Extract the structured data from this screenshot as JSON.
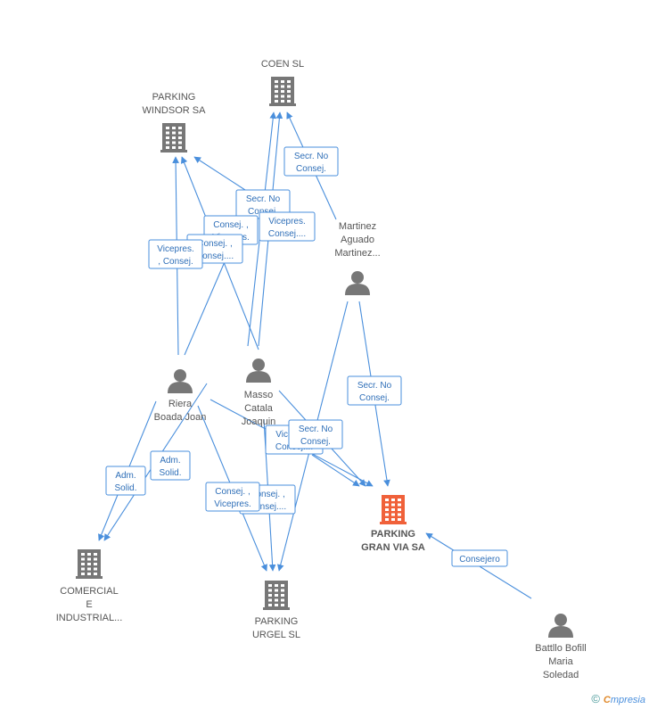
{
  "colors": {
    "edge": "#4a8fdc",
    "company": "#777777",
    "main_company": "#f0613a",
    "person": "#777777"
  },
  "nodes": [
    {
      "id": "coen",
      "type": "company",
      "icon": "building-icon",
      "lines": [
        "COEN SL"
      ]
    },
    {
      "id": "windsor",
      "type": "company",
      "icon": "building-icon",
      "lines": [
        "PARKING",
        "WINDSOR SA"
      ]
    },
    {
      "id": "martinez",
      "type": "person",
      "icon": "person-icon",
      "lines": [
        "Martinez",
        "Aguado",
        "Martinez..."
      ]
    },
    {
      "id": "riera",
      "type": "person",
      "icon": "person-icon",
      "lines": [
        "Riera",
        "Boada Joan"
      ]
    },
    {
      "id": "masso",
      "type": "person",
      "icon": "person-icon",
      "lines": [
        "Masso",
        "Catala",
        "Joaquin"
      ]
    },
    {
      "id": "granvia",
      "type": "main",
      "icon": "building-icon",
      "lines": [
        "PARKING",
        "GRAN VIA SA"
      ]
    },
    {
      "id": "comercial",
      "type": "company",
      "icon": "building-icon",
      "lines": [
        "COMERCIAL",
        "E",
        "INDUSTRIAL..."
      ]
    },
    {
      "id": "urgel",
      "type": "company",
      "icon": "building-icon",
      "lines": [
        "PARKING",
        "URGEL SL"
      ]
    },
    {
      "id": "battllo",
      "type": "person",
      "icon": "person-icon",
      "lines": [
        "Battllo Bofill",
        "Maria",
        "Soledad"
      ]
    }
  ],
  "relations": [
    {
      "id": "r1",
      "lines": [
        "Secr.  No",
        "Consej."
      ]
    },
    {
      "id": "r2",
      "lines": [
        "Secr.  No",
        "Consej."
      ]
    },
    {
      "id": "r3",
      "lines": [
        "Vicepres.",
        "Consej...."
      ]
    },
    {
      "id": "r4",
      "lines": [
        "Consej. ,",
        "Vicepres."
      ]
    },
    {
      "id": "r5",
      "lines": [
        "Consej. ,",
        "Consej...."
      ]
    },
    {
      "id": "r6",
      "lines": [
        "Vicepres.",
        ", Consej."
      ]
    },
    {
      "id": "r7",
      "lines": [
        "Secr.  No",
        "Consej."
      ]
    },
    {
      "id": "r8",
      "lines": [
        "Vicepres.",
        "Consej...."
      ]
    },
    {
      "id": "r9",
      "lines": [
        "Secr.  No",
        "Consej."
      ]
    },
    {
      "id": "r10",
      "lines": [
        "Adm.",
        "Solid."
      ]
    },
    {
      "id": "r11",
      "lines": [
        "Adm.",
        "Solid."
      ]
    },
    {
      "id": "r12",
      "lines": [
        "Consej. ,",
        "Consej...."
      ]
    },
    {
      "id": "r13",
      "lines": [
        "Consej. ,",
        "Vicepres."
      ]
    },
    {
      "id": "r14",
      "lines": [
        "Consejero"
      ]
    }
  ],
  "footer": {
    "copyright": "©",
    "brand_first": "C",
    "brand_rest": "mpresia"
  }
}
